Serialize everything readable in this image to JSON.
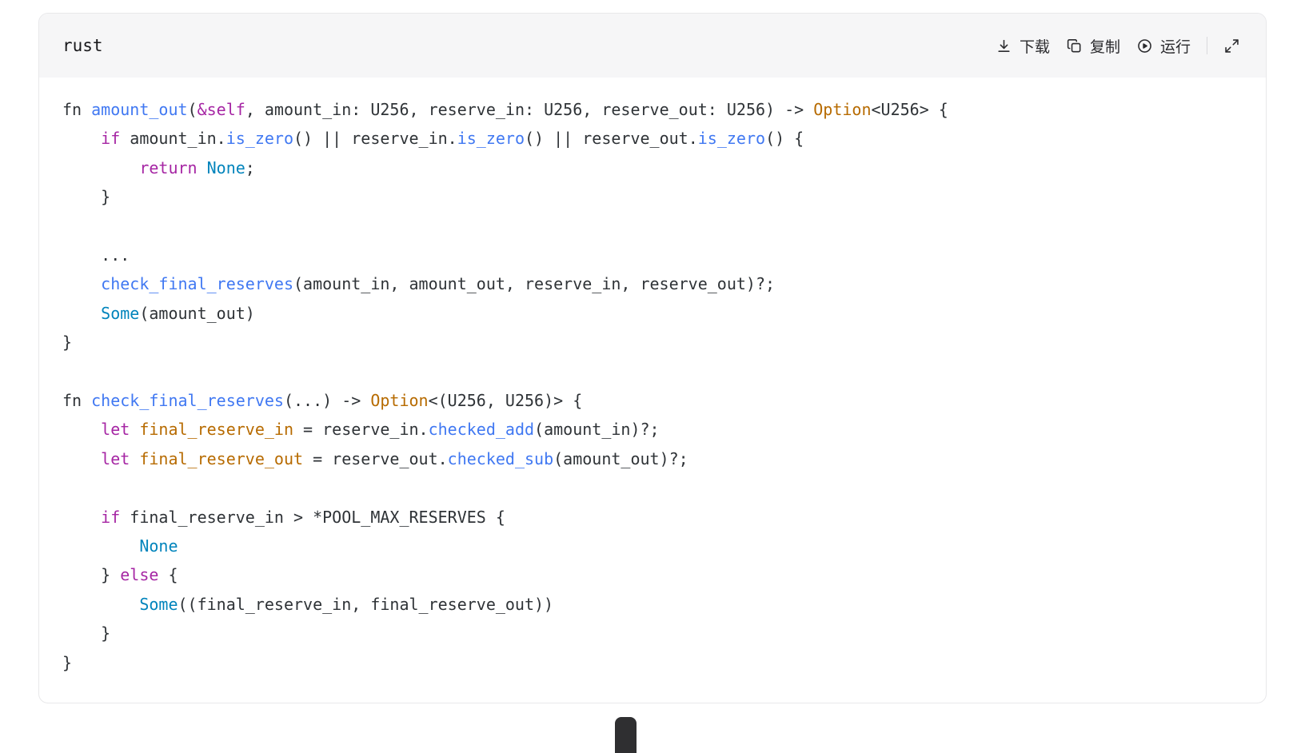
{
  "page": {
    "background": "#ffffff"
  },
  "code_block": {
    "language_label": "rust",
    "toolbar": {
      "download_label": "下载",
      "copy_label": "复制",
      "run_label": "运行"
    },
    "palette": {
      "plain": "#2f3337",
      "keyword": "#a626a4",
      "function": "#4078f2",
      "method": "#4078f2",
      "enum": "#0184bc",
      "type": "#b76b01",
      "variable": "#b76b01",
      "header_bg": "#f6f6f7",
      "card_border": "#e8e8ea"
    },
    "code_lines": [
      [
        [
          "p",
          "fn "
        ],
        [
          "f",
          "amount_out"
        ],
        [
          "p",
          "("
        ],
        [
          "k",
          "&self"
        ],
        [
          "p",
          ", amount_in: U256, reserve_in: U256, reserve_out: U256) -> "
        ],
        [
          "t",
          "Option"
        ],
        [
          "p",
          "<U256> {"
        ]
      ],
      [
        [
          "p",
          "    "
        ],
        [
          "k",
          "if"
        ],
        [
          "p",
          " amount_in."
        ],
        [
          "m",
          "is_zero"
        ],
        [
          "p",
          "() || reserve_in."
        ],
        [
          "m",
          "is_zero"
        ],
        [
          "p",
          "() || reserve_out."
        ],
        [
          "m",
          "is_zero"
        ],
        [
          "p",
          "() {"
        ]
      ],
      [
        [
          "p",
          "        "
        ],
        [
          "k",
          "return"
        ],
        [
          "p",
          " "
        ],
        [
          "e",
          "None"
        ],
        [
          "p",
          ";"
        ]
      ],
      [
        [
          "p",
          "    }"
        ]
      ],
      [],
      [
        [
          "p",
          "    ..."
        ]
      ],
      [
        [
          "p",
          "    "
        ],
        [
          "f",
          "check_final_reserves"
        ],
        [
          "p",
          "(amount_in, amount_out, reserve_in, reserve_out)?;"
        ]
      ],
      [
        [
          "p",
          "    "
        ],
        [
          "e",
          "Some"
        ],
        [
          "p",
          "(amount_out)"
        ]
      ],
      [
        [
          "p",
          "}"
        ]
      ],
      [],
      [
        [
          "p",
          "fn "
        ],
        [
          "f",
          "check_final_reserves"
        ],
        [
          "p",
          "(...) -> "
        ],
        [
          "t",
          "Option"
        ],
        [
          "p",
          "<(U256, U256)> {"
        ]
      ],
      [
        [
          "p",
          "    "
        ],
        [
          "k",
          "let"
        ],
        [
          "p",
          " "
        ],
        [
          "v",
          "final_reserve_in"
        ],
        [
          "p",
          " = reserve_in."
        ],
        [
          "m",
          "checked_add"
        ],
        [
          "p",
          "(amount_in)?;"
        ]
      ],
      [
        [
          "p",
          "    "
        ],
        [
          "k",
          "let"
        ],
        [
          "p",
          " "
        ],
        [
          "v",
          "final_reserve_out"
        ],
        [
          "p",
          " = reserve_out."
        ],
        [
          "m",
          "checked_sub"
        ],
        [
          "p",
          "(amount_out)?;"
        ]
      ],
      [],
      [
        [
          "p",
          "    "
        ],
        [
          "k",
          "if"
        ],
        [
          "p",
          " final_reserve_in > *POOL_MAX_RESERVES {"
        ]
      ],
      [
        [
          "p",
          "        "
        ],
        [
          "e",
          "None"
        ]
      ],
      [
        [
          "p",
          "    } "
        ],
        [
          "k",
          "else"
        ],
        [
          "p",
          " {"
        ]
      ],
      [
        [
          "p",
          "        "
        ],
        [
          "e",
          "Some"
        ],
        [
          "p",
          "((final_reserve_in, final_reserve_out))"
        ]
      ],
      [
        [
          "p",
          "    }"
        ]
      ],
      [
        [
          "p",
          "}"
        ]
      ]
    ]
  }
}
